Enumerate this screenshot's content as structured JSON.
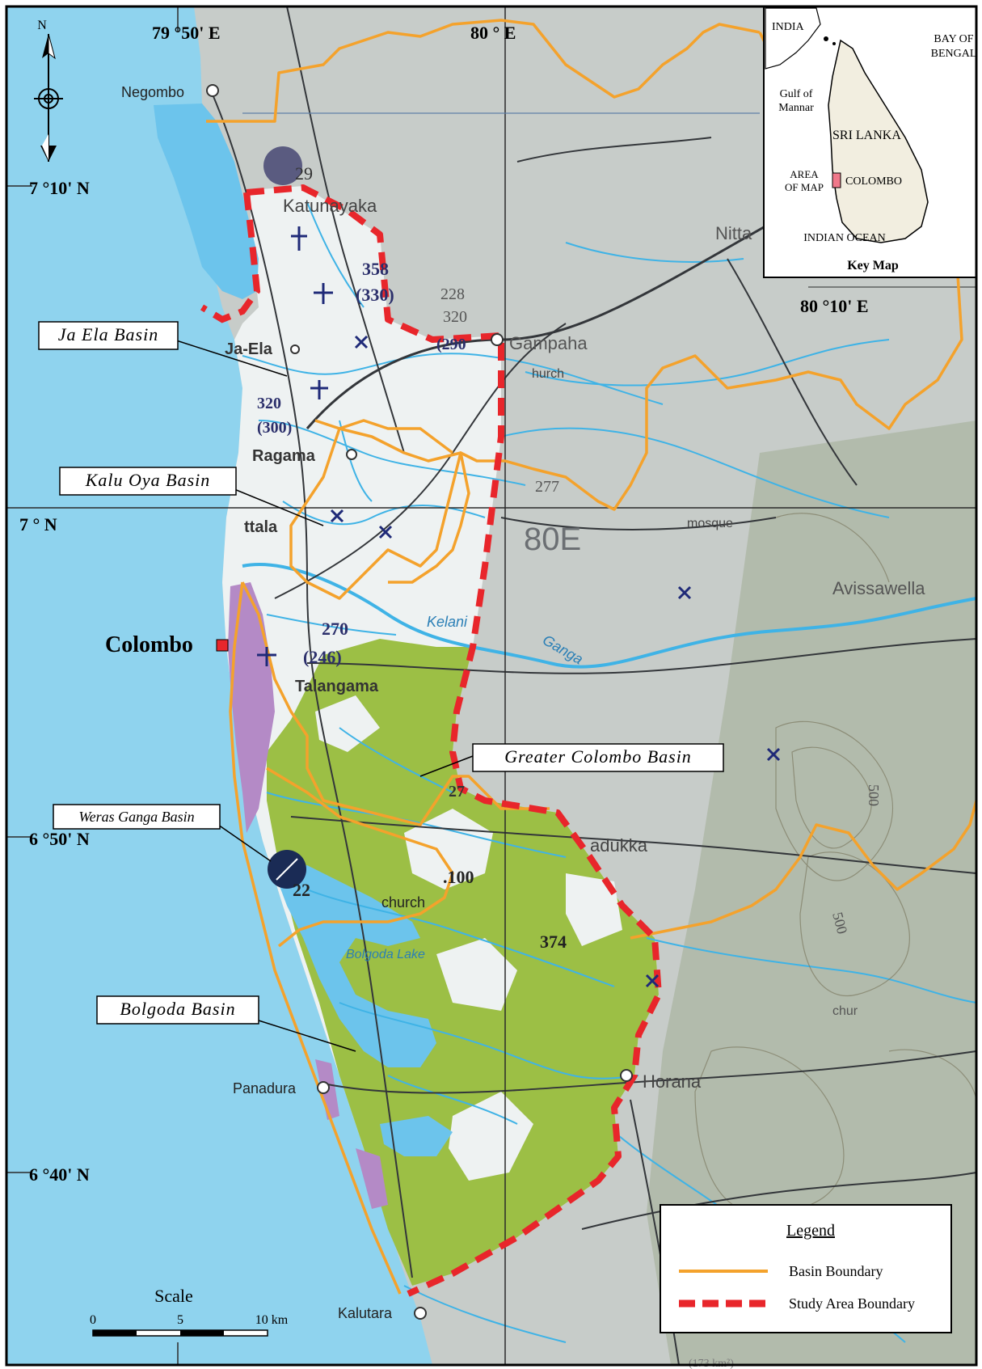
{
  "map": {
    "coords": {
      "lon_79_50": "79 °50' E",
      "lon_80": "80 ° E",
      "lon_80_10": "80 °10' E",
      "lat_7_10": "7 °10' N",
      "lat_7": "7 ° N",
      "lat_6_50": "6 °50' N",
      "lat_6_40": "6 °40' N"
    },
    "north_label": "N",
    "towns": {
      "negombo": "Negombo",
      "gampaha": "Gampaha",
      "ragama": "Ragama",
      "ja_ela": "Ja-Ela",
      "colombo": "Colombo",
      "panadura": "Panadura",
      "horana": "Horana",
      "kalutara": "Kalutara",
      "katunayaka": "Katunayaka",
      "nittambuwa": "Nitta",
      "avissawella": "Avissawella",
      "talangama": "Talangama",
      "kelani": "Kelani",
      "ganga": "Ganga",
      "bolgoda_lake": "Bolgoda Lake",
      "church": "church",
      "kurch": "hurch",
      "mosque": "mosque",
      "padukka": "adukka",
      "wattala": "ttala",
      "chur": "chur",
      "grid_80e": "80E",
      "area_note": "(173 km²)"
    },
    "spot_heights": {
      "h358": "358",
      "h330": "(330)",
      "h228": "228",
      "h320a": "320",
      "h290": "(290",
      "h320b": "320",
      "h300": "(300)",
      "h277": "277",
      "h270": "270",
      "h246": "(246)",
      "h27": "27",
      "h100": ".100",
      "h374": "374",
      "h29": "29",
      "h22": "22",
      "h500a": "500",
      "h500b": "500"
    },
    "basin_labels": {
      "ja_ela": "Ja Ela Basin",
      "kalu_oya": "Kalu Oya Basin",
      "greater_colombo": "Greater Colombo Basin",
      "weras_ganga": "Weras Ganga Basin",
      "bolgoda": "Bolgoda Basin"
    },
    "colors": {
      "sea": "#8fd3ee",
      "land": "#c7ccc9",
      "study_area": "#eef2f2",
      "green": "#9cbf45",
      "urban": "#b48ac6",
      "basin_boundary": "#f4a22c",
      "study_boundary": "#e8262b",
      "river": "#3fb3e6",
      "lagoon": "#6cc4ec"
    }
  },
  "key_map": {
    "india": "INDIA",
    "bay_of_bengal_1": "BAY OF",
    "bay_of_bengal_2": "BENGAL",
    "gulf_1": "Gulf of",
    "gulf_2": "Mannar",
    "sri_lanka": "SRI LANKA",
    "area_1": "AREA",
    "area_2": "OF MAP",
    "colombo": "COLOMBO",
    "indian_ocean": "INDIAN OCEAN",
    "title": "Key Map"
  },
  "legend": {
    "title": "Legend",
    "items": [
      {
        "label": "Basin Boundary",
        "color": "#f4a22c",
        "style": "solid"
      },
      {
        "label": "Study Area Boundary",
        "color": "#e8262b",
        "style": "dashed"
      }
    ]
  },
  "scale": {
    "title": "Scale",
    "ticks": [
      "0",
      "5",
      "10 km"
    ]
  }
}
